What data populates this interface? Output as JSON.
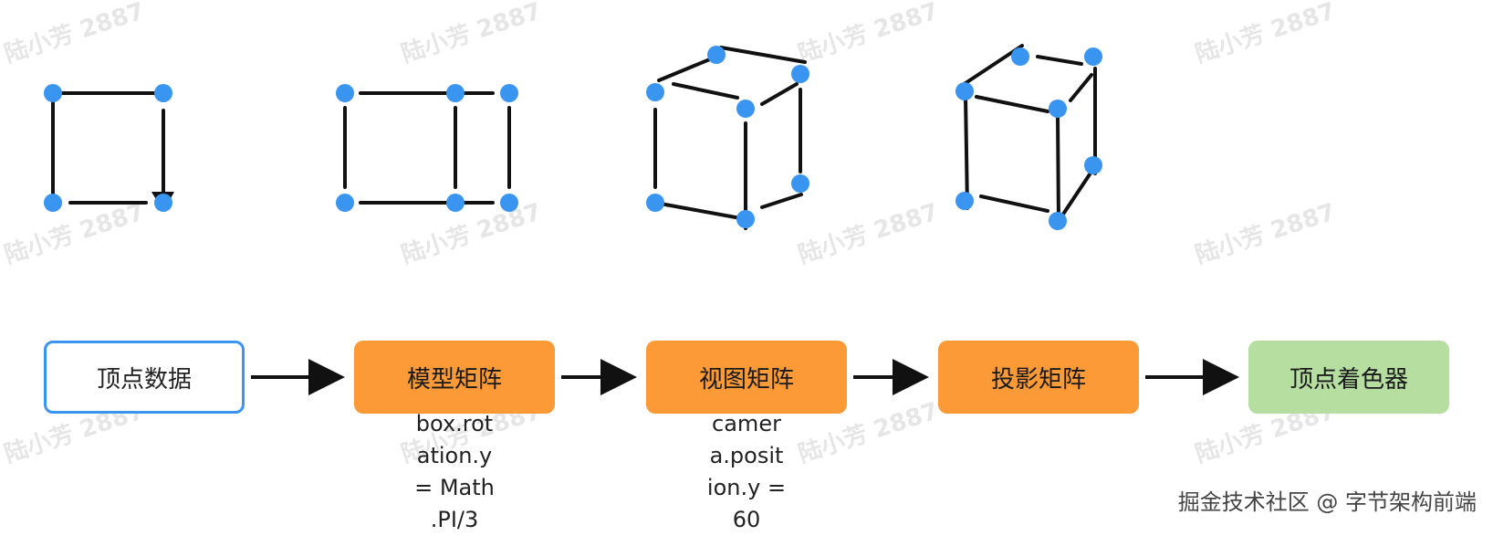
{
  "watermark": "陆小芳 2887",
  "pipeline": {
    "step1": "顶点数据",
    "step2": "模型矩阵",
    "step3": "视图矩阵",
    "step4": "投影矩阵",
    "step5": "顶点着色器"
  },
  "notes": {
    "model": "box.rot\nation.y\n= Math\n.PI/3",
    "view": "camer\na.posit\nion.y =\n60"
  },
  "footer": "掘金技术社区 @ 字节架构前端",
  "colors": {
    "vertex": "#3a95f0",
    "edge": "#111111",
    "orange": "#fb9a36",
    "green": "#b6dea1",
    "outline": "#3a95f0"
  }
}
